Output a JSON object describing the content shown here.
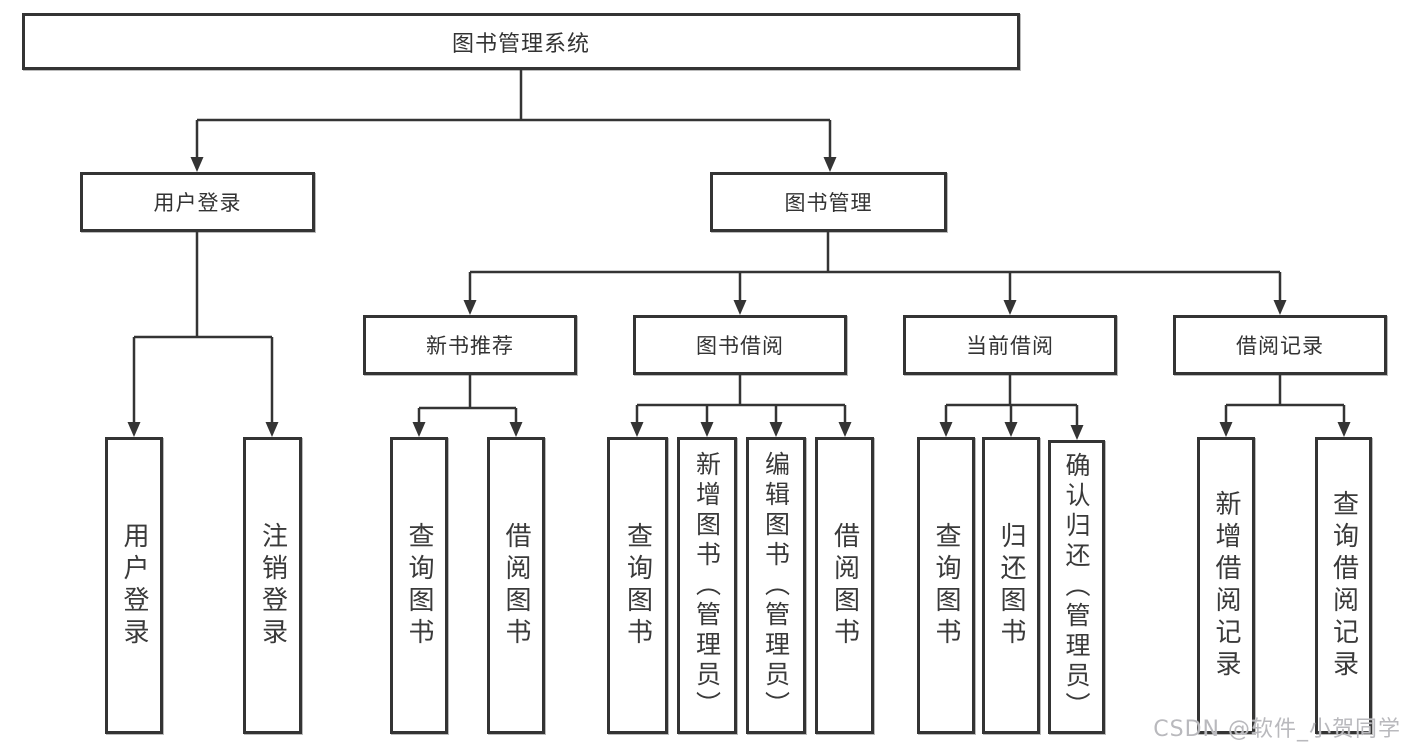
{
  "tree": {
    "root": "图书管理系统",
    "user": {
      "label": "用户登录",
      "children": [
        "用户登录",
        "注销登录"
      ]
    },
    "book": {
      "label": "图书管理",
      "sections": [
        {
          "label": "新书推荐",
          "children": [
            "查询图书",
            "借阅图书"
          ]
        },
        {
          "label": "图书借阅",
          "children": [
            "查询图书",
            "新增图书（管理员）",
            "编辑图书（管理员）",
            "借阅图书"
          ]
        },
        {
          "label": "当前借阅",
          "children": [
            "查询图书",
            "归还图书",
            "确认归还（管理员）"
          ]
        },
        {
          "label": "借阅记录",
          "children": [
            "新增借阅记录",
            "查询借阅记录"
          ]
        }
      ]
    }
  },
  "watermark": "CSDN @软件_小贺同学",
  "colors": {
    "line": "#343434",
    "box_fill": "#ffffff",
    "text": "#3a3a3a",
    "watermark": "#b9b9bd"
  }
}
